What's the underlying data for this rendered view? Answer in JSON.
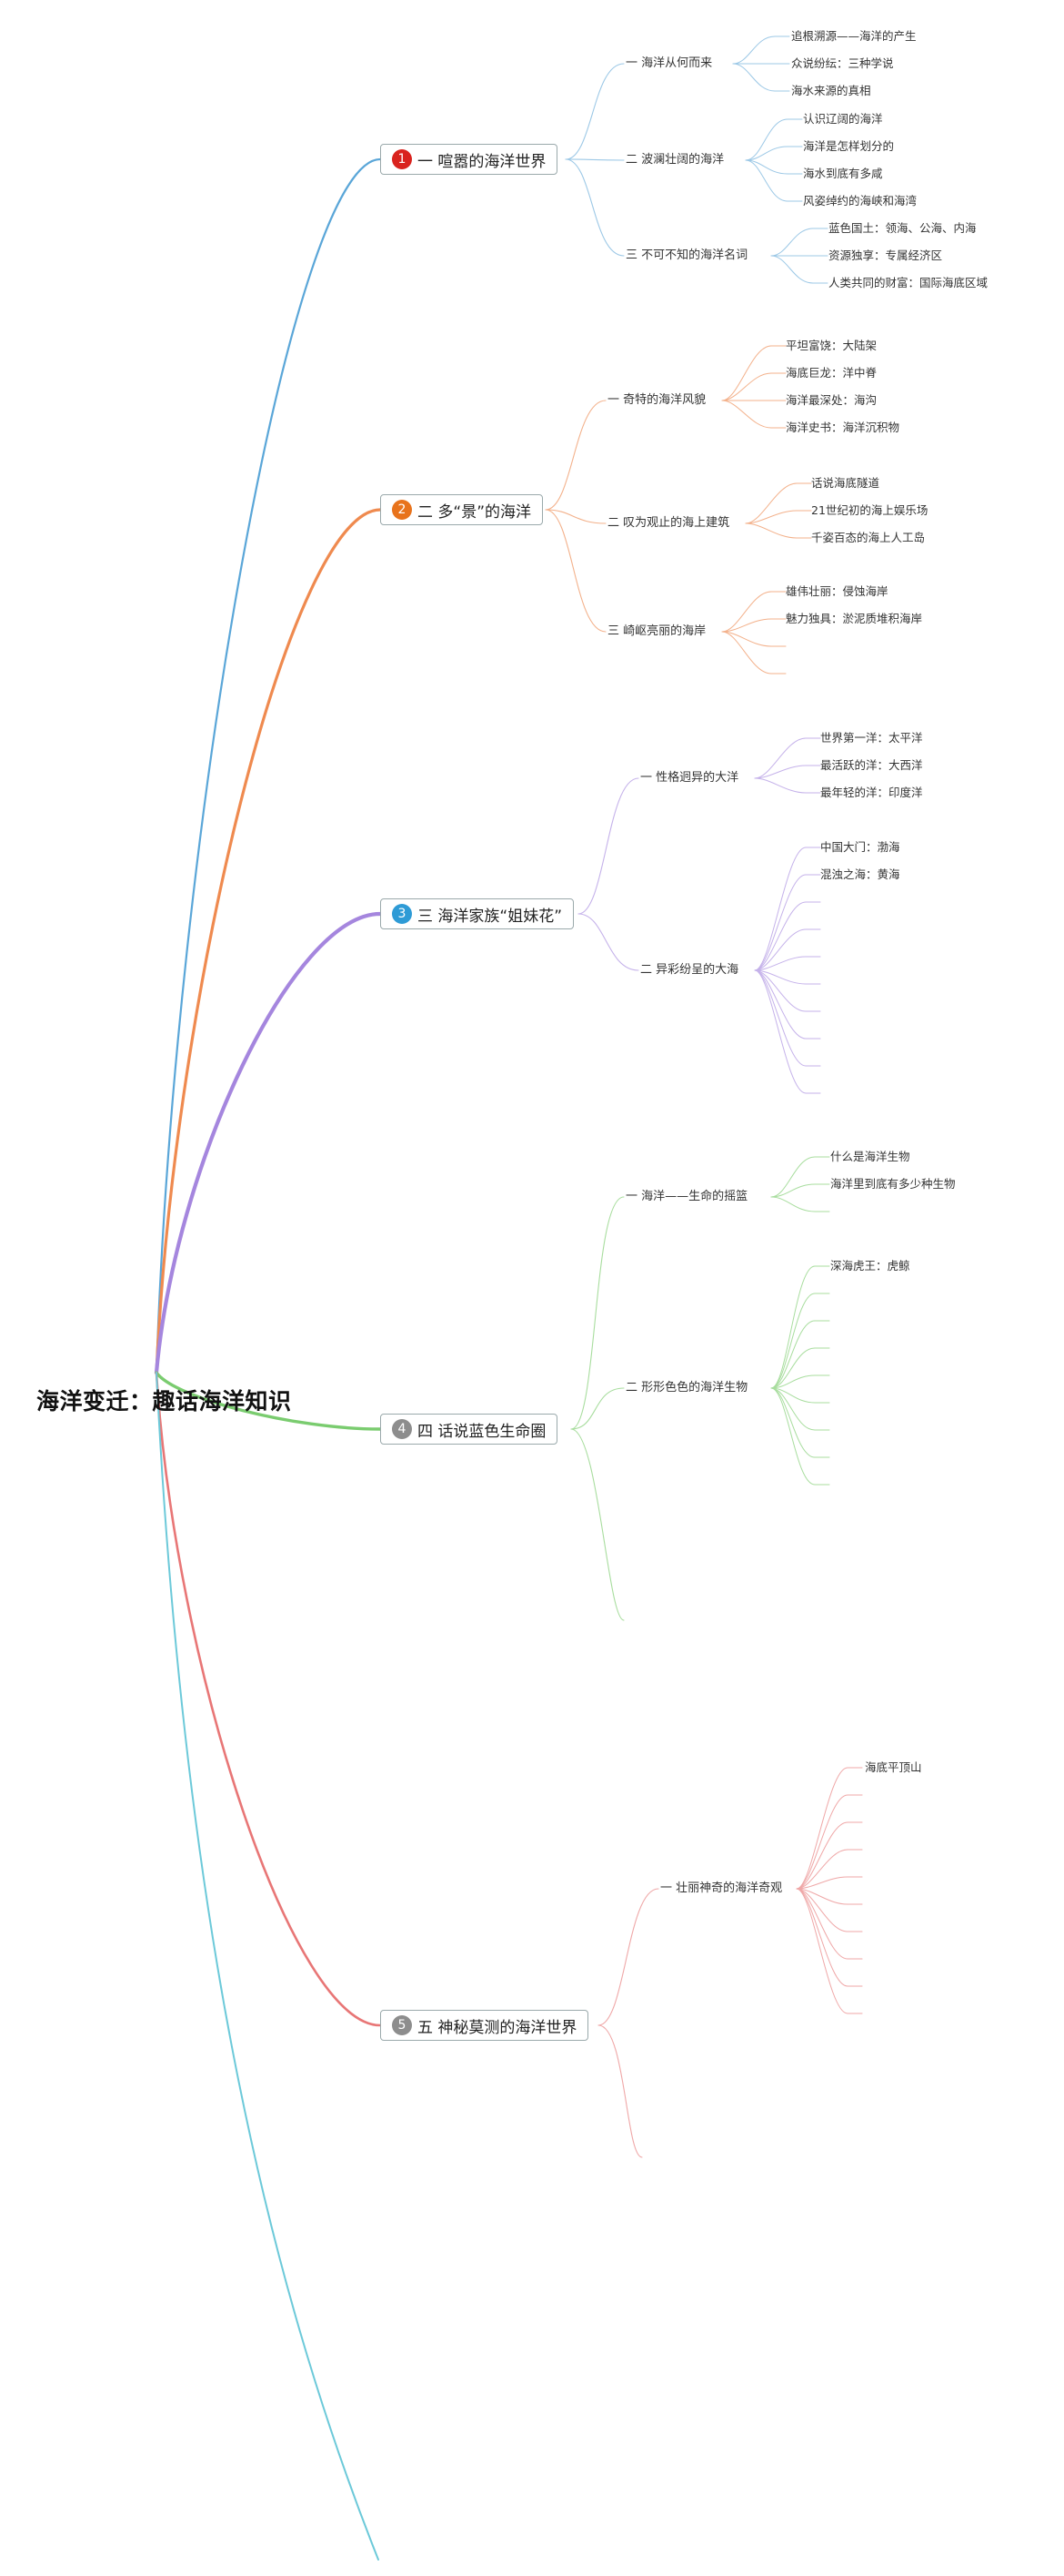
{
  "root": {
    "title": "海洋变迁：趣话海洋知识"
  },
  "branches": [
    {
      "badge": "1",
      "title": "一 喧嚣的海洋世界",
      "color": "#5aa6d8",
      "badge_color": "#d9231e",
      "subtopics": [
        {
          "title": "一 海洋从何而来",
          "leaves": [
            "追根溯源——海洋的产生",
            "众说纷纭：三种学说",
            "海水来源的真相"
          ]
        },
        {
          "title": "二 波澜壮阔的海洋",
          "leaves": [
            "认识辽阔的海洋",
            "海洋是怎样划分的",
            "海水到底有多咸",
            "风姿绰约的海峡和海湾"
          ]
        },
        {
          "title": "三 不可不知的海洋名词",
          "leaves": [
            "蓝色国土：领海、公海、内海",
            "资源独享：专属经济区",
            "人类共同的财富：国际海底区域"
          ]
        }
      ]
    },
    {
      "badge": "2",
      "title": "二 多“景”的海洋",
      "color": "#ef8a4f",
      "badge_color": "#e8731c",
      "subtopics": [
        {
          "title": "一 奇特的海洋风貌",
          "leaves": [
            "平坦富饶：大陆架",
            "海底巨龙：洋中脊",
            "海洋最深处：海沟",
            "海洋史书：海洋沉积物"
          ]
        },
        {
          "title": "二 叹为观止的海上建筑",
          "leaves": [
            "话说海底隧道",
            "21世纪初的海上娱乐场",
            "千姿百态的海上人工岛"
          ]
        },
        {
          "title": "三 崎岖亮丽的海岸",
          "leaves": [
            "雄伟壮丽：侵蚀海岸",
            "魅力独具：淤泥质堆积海岸",
            "",
            ""
          ]
        }
      ]
    },
    {
      "badge": "3",
      "title": "三 海洋家族“姐妹花”",
      "color": "#a586de",
      "badge_color": "#2e9bd6",
      "subtopics": [
        {
          "title": "一 性格迥异的大洋",
          "leaves": [
            "世界第一洋：太平洋",
            "最活跃的洋：大西洋",
            "最年轻的洋：印度洋"
          ]
        },
        {
          "title": "二 异彩纷呈的大海",
          "leaves": [
            "中国大门：渤海",
            "混浊之海：黄海",
            "",
            "",
            "",
            "",
            "",
            "",
            "",
            ""
          ]
        }
      ]
    },
    {
      "badge": "4",
      "title": "四 话说蓝色生命圈",
      "color": "#7acc6f",
      "badge_color": "#8d8d8d",
      "subtopics": [
        {
          "title": "一 海洋——生命的摇篮",
          "leaves": [
            "什么是海洋生物",
            "海洋里到底有多少种生物",
            ""
          ]
        },
        {
          "title": "二 形形色色的海洋生物",
          "leaves": [
            "深海虎王：虎鲸",
            "",
            "",
            "",
            "",
            "",
            "",
            "",
            ""
          ]
        }
      ]
    },
    {
      "badge": "5",
      "title": "五 神秘莫测的海洋世界",
      "color": "#e87676",
      "badge_color": "#8d8d8d",
      "subtopics": [
        {
          "title": "一 壮丽神奇的海洋奇观",
          "leaves": [
            "海底平顶山",
            "",
            "",
            "",
            "",
            "",
            "",
            "",
            ""
          ]
        }
      ]
    }
  ]
}
